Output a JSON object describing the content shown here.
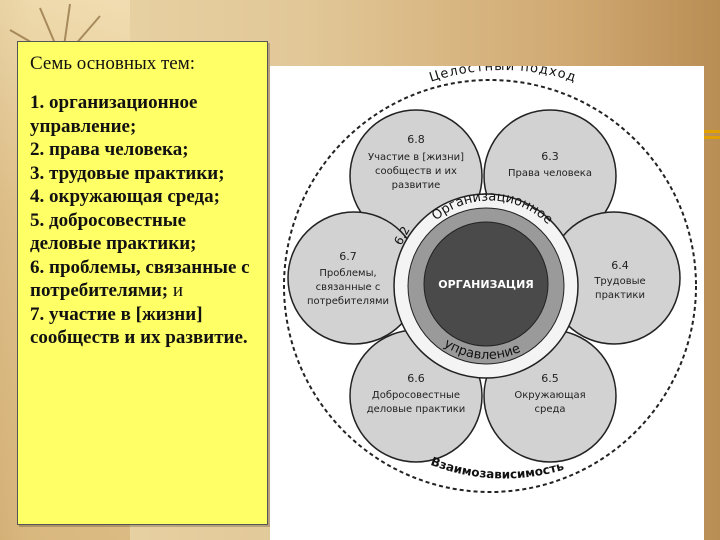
{
  "panel": {
    "heading": "Семь основных тем:",
    "items": [
      {
        "text": "1. организационное управление;"
      },
      {
        "text": "2. права человека;"
      },
      {
        "text": "3. трудовые практики;"
      },
      {
        "text": "4. окружающая среда;"
      },
      {
        "text": "5. добросовестные деловые практики;"
      },
      {
        "text": "6. проблемы, связанные с потребителями;",
        "suffix": " и"
      },
      {
        "text": "7. участие в [жизни] сообществ и их развитие."
      }
    ]
  },
  "diagram": {
    "outer_ring_top": "Целостный подход",
    "outer_ring_bottom": "Взаимозависимость",
    "center_label": "ОРГАНИЗАЦИЯ",
    "center_number": "6.2",
    "center_ring_top": "Организационное",
    "center_ring_bottom": "управление",
    "circles": [
      {
        "id": "6-8",
        "number": "6.8",
        "lines": [
          "Участие в [жизни]",
          "сообществ и их",
          "развитие"
        ]
      },
      {
        "id": "6-3",
        "number": "6.3",
        "lines": [
          "Права человека"
        ]
      },
      {
        "id": "6-4",
        "number": "6.4",
        "lines": [
          "Трудовые",
          "практики"
        ]
      },
      {
        "id": "6-5",
        "number": "6.5",
        "lines": [
          "Окружающая",
          "среда"
        ]
      },
      {
        "id": "6-6",
        "number": "6.6",
        "lines": [
          "Добросовестные",
          "деловые практики"
        ]
      },
      {
        "id": "6-7",
        "number": "6.7",
        "lines": [
          "Проблемы,",
          "связанные с",
          "потребителями"
        ]
      }
    ]
  },
  "colors": {
    "panel": "#ffff66",
    "circle_fill": "#d2d2d2",
    "center_fill": "#4a4a4a",
    "center_ring": "#9a9a9a"
  }
}
